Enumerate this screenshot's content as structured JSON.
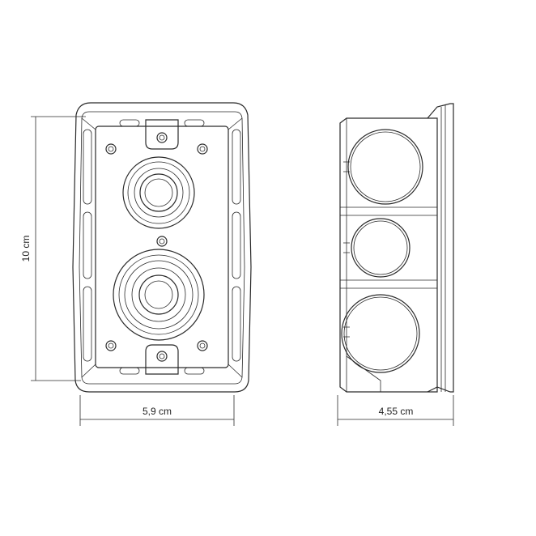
{
  "dimensions": {
    "height_label": "10 cm",
    "width_label": "5,9 cm",
    "depth_label": "4,55 cm"
  }
}
